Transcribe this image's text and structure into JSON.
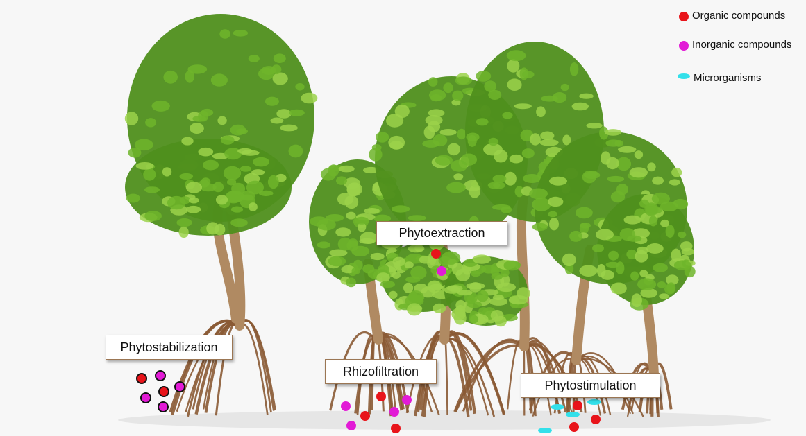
{
  "legend": {
    "organic": {
      "label": "Organic compounds",
      "color": "#e8141a"
    },
    "inorganic": {
      "label": "Inorganic compounds",
      "color": "#e21bd6"
    },
    "microorganisms": {
      "label": "Microrganisms",
      "color": "#33e0ea"
    }
  },
  "processes": {
    "phytostabilization": "Phytostabilization",
    "phytoextraction": "Phytoextraction",
    "rhizofiltration": "Rhizofiltration",
    "phytostimulation": "Phytostimulation"
  },
  "colors": {
    "foliage_dark": "#4f8f1c",
    "foliage_mid": "#6fb52a",
    "foliage_light": "#9bd24a",
    "trunk": "#b08a62",
    "root": "#8a5a34"
  }
}
